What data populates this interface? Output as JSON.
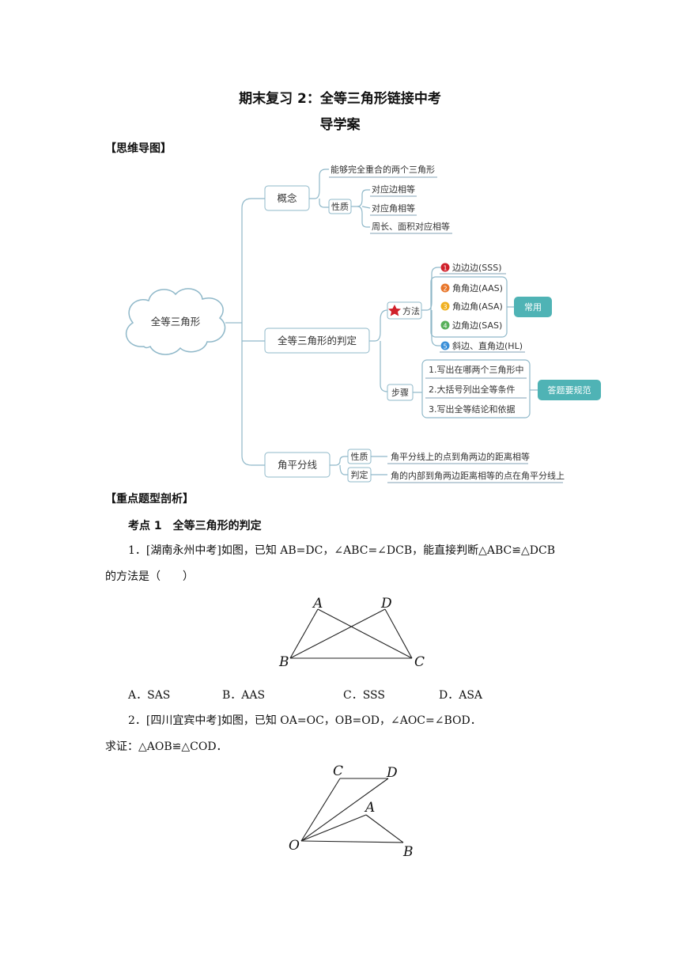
{
  "header": {
    "title": "期末复习 2：全等三角形链接中考",
    "subtitle": "导学案"
  },
  "mindmap": {
    "section_label": "【思维导图】",
    "root": "全等三角形",
    "concept": {
      "label": "概念",
      "definition": "能够完全重合的两个三角形",
      "property_label": "性质",
      "properties": [
        "对应边相等",
        "对应角相等",
        "周长、面积对应相等"
      ]
    },
    "judgement": {
      "label": "全等三角形的判定",
      "method_label": "方法",
      "methods": [
        {
          "num": "1",
          "text": "边边边(SSS)",
          "color": "#d0202a"
        },
        {
          "num": "2",
          "text": "角角边(AAS)",
          "color": "#e8762b"
        },
        {
          "num": "3",
          "text": "角边角(ASA)",
          "color": "#f0b020"
        },
        {
          "num": "4",
          "text": "边角边(SAS)",
          "color": "#58b05a"
        },
        {
          "num": "5",
          "text": "斜边、直角边(HL)",
          "color": "#3a8fd8"
        }
      ],
      "common_tag": "常用",
      "steps_label": "步骤",
      "steps": [
        "1.写出在哪两个三角形中",
        "2.大括号列出全等条件",
        "3.写出全等结论和依据"
      ],
      "steps_tag": "答题要规范"
    },
    "bisector": {
      "label": "角平分线",
      "property_label": "性质",
      "property": "角平分线上的点到角两边的距离相等",
      "judge_label": "判定",
      "judge": "角的内部到角两边距离相等的点在角平分线上"
    },
    "colors": {
      "line": "#8fb8c9",
      "tag_fill": "#4fb3b5",
      "star": "#d0202a"
    }
  },
  "analysis": {
    "section_label": "【重点题型剖析】",
    "topic": "考点 1　全等三角形的判定",
    "q1": {
      "line1": "1．[湖南永州中考]如图，已知 AB=DC，∠ABC=∠DCB，能直接判断△ABC≌△DCB",
      "line2": "的方法是（　　）",
      "labels": {
        "A": "A",
        "D": "D",
        "B": "B",
        "C": "C"
      },
      "options": [
        "A．SAS",
        "B．AAS",
        "C．SSS",
        "D．ASA"
      ]
    },
    "q2": {
      "line1": "2．[四川宜宾中考]如图，已知 OA=OC，OB=OD，∠AOC=∠BOD．",
      "line2": "求证：△AOB≌△COD．",
      "labels": {
        "C": "C",
        "D": "D",
        "A": "A",
        "O": "O",
        "B": "B"
      }
    }
  }
}
